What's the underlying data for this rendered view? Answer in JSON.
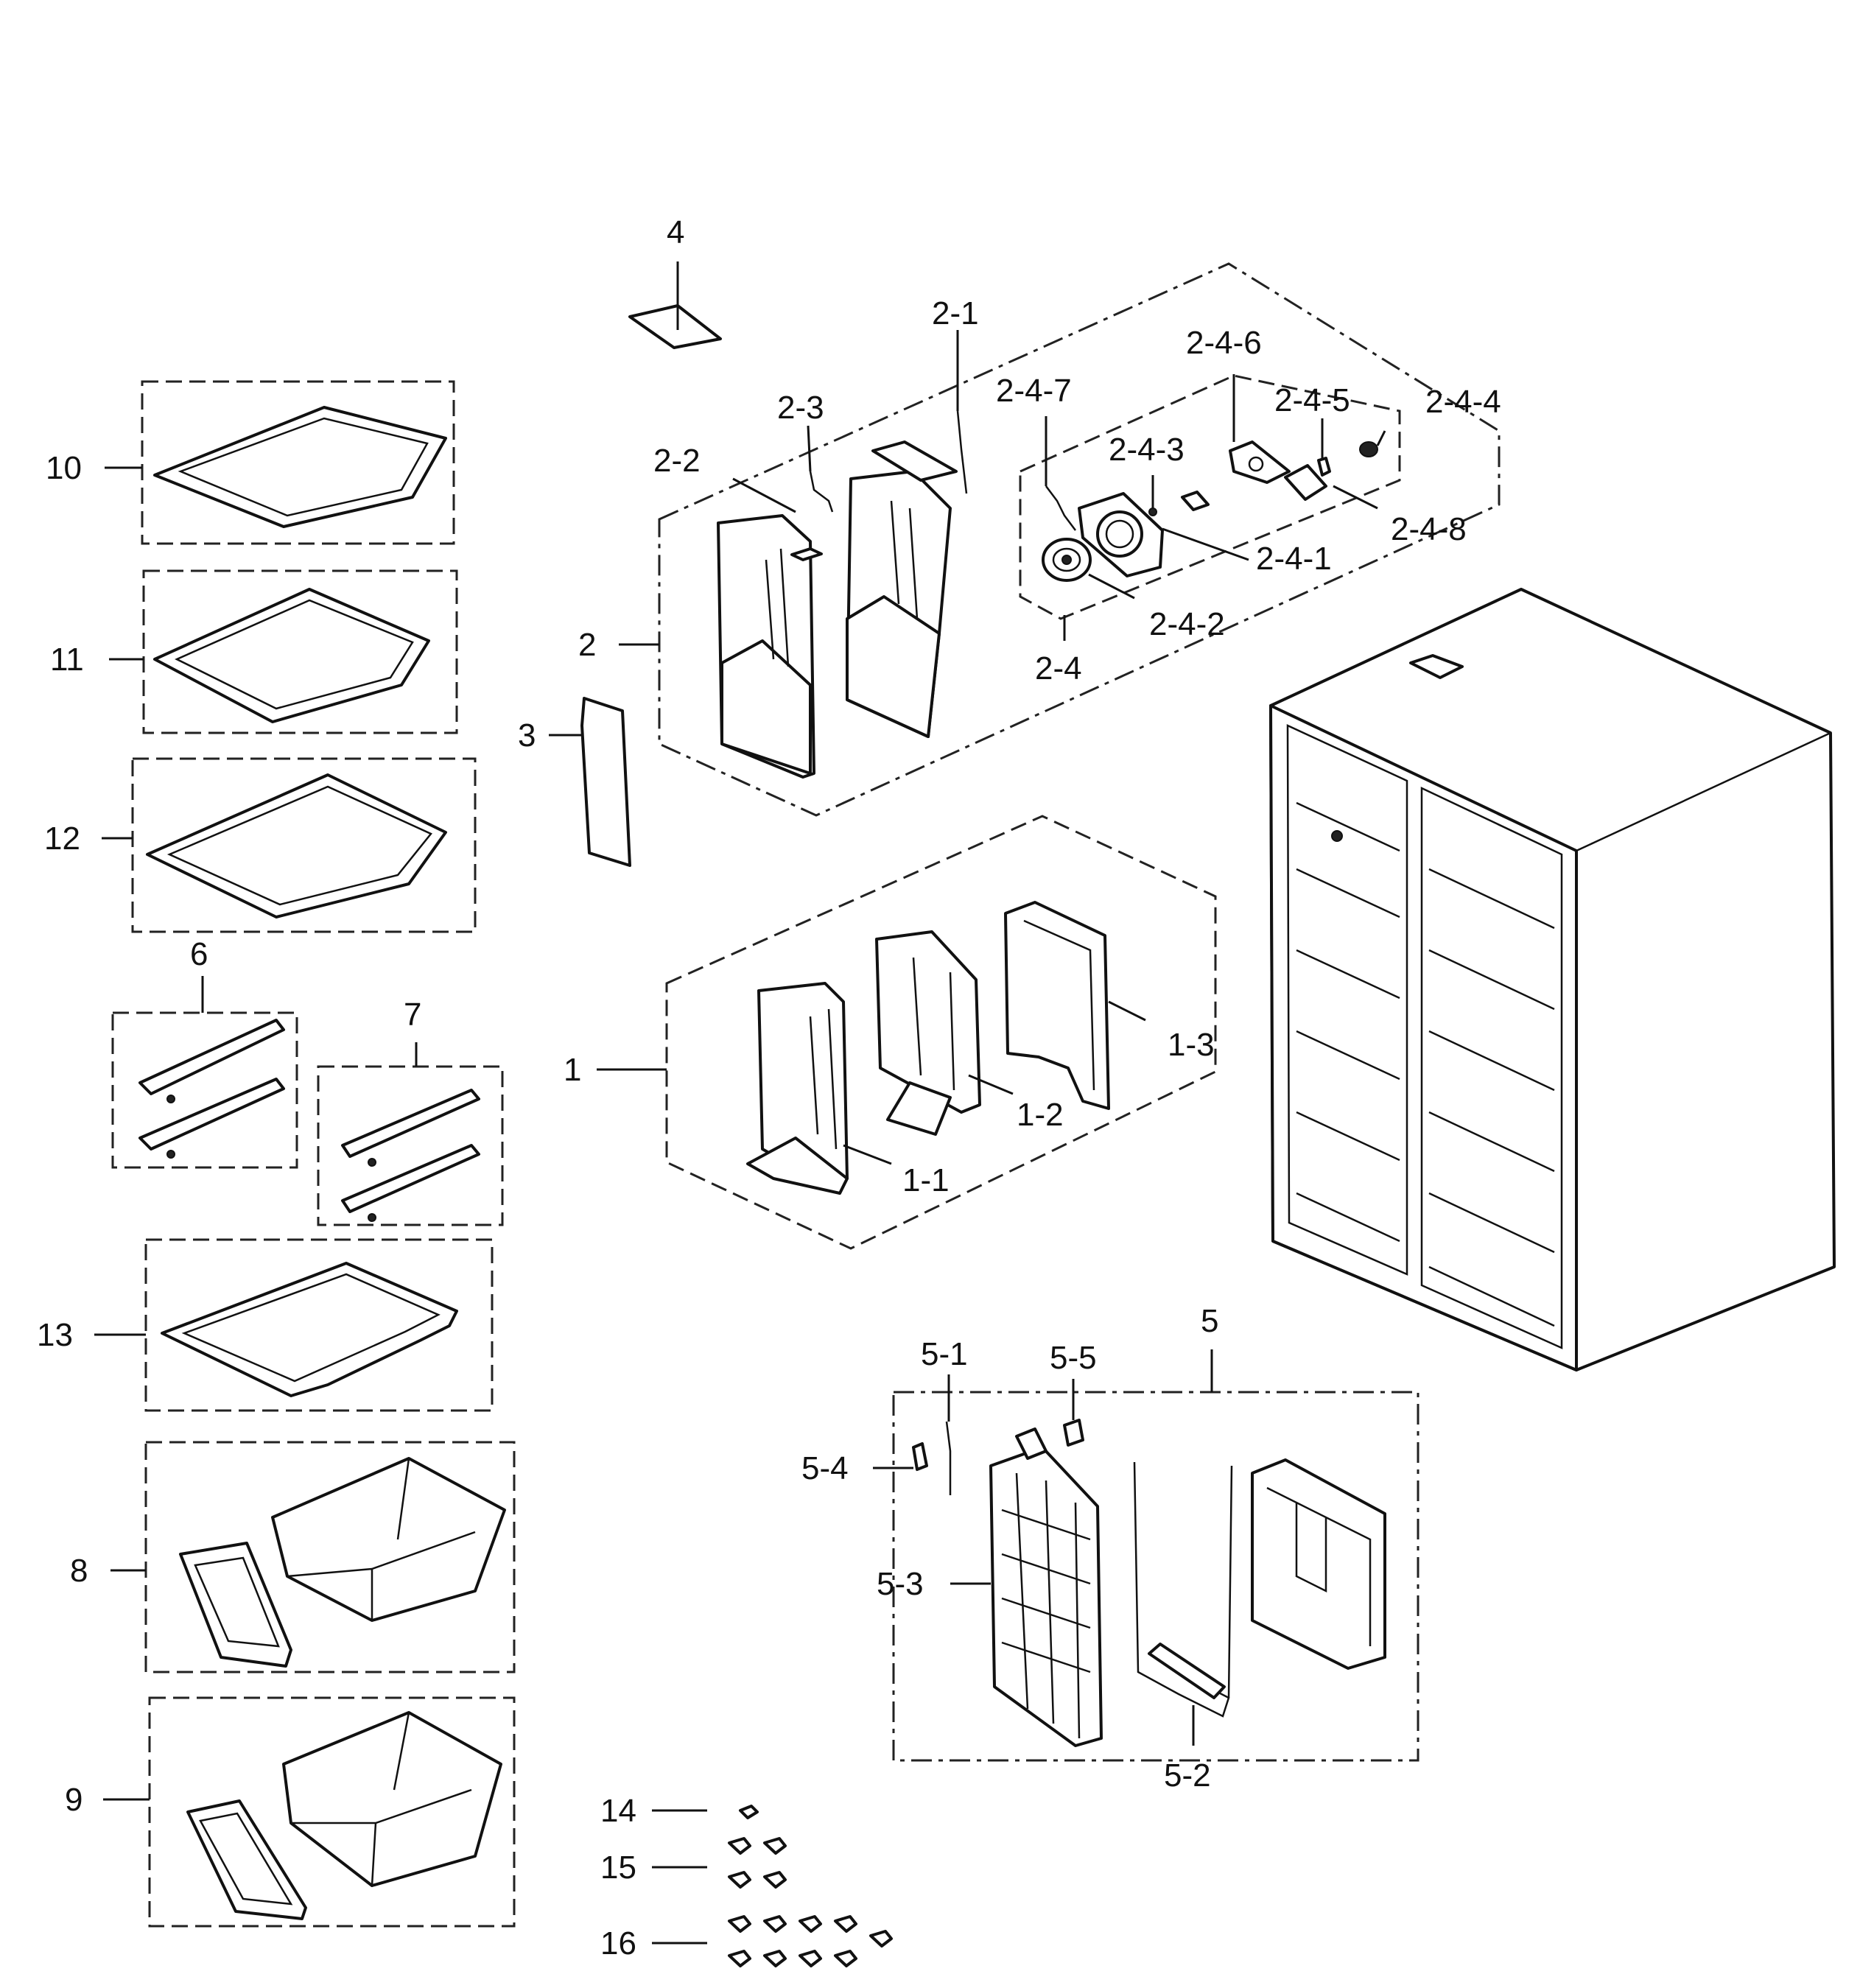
{
  "labels": {
    "p1": "1",
    "p1_1": "1-1",
    "p1_2": "1-2",
    "p1_3": "1-3",
    "p2": "2",
    "p2_1": "2-1",
    "p2_2": "2-2",
    "p2_3": "2-3",
    "p2_4": "2-4",
    "p2_4_1": "2-4-1",
    "p2_4_2": "2-4-2",
    "p2_4_3": "2-4-3",
    "p2_4_4": "2-4-4",
    "p2_4_5": "2-4-5",
    "p2_4_6": "2-4-6",
    "p2_4_7": "2-4-7",
    "p2_4_8": "2-4-8",
    "p3": "3",
    "p4": "4",
    "p5": "5",
    "p5_1": "5-1",
    "p5_2": "5-2",
    "p5_3": "5-3",
    "p5_4": "5-4",
    "p5_5": "5-5",
    "p6": "6",
    "p7": "7",
    "p8": "8",
    "p9": "9",
    "p10": "10",
    "p11": "11",
    "p12": "12",
    "p13": "13",
    "p14": "14",
    "p15": "15",
    "p16": "16"
  }
}
